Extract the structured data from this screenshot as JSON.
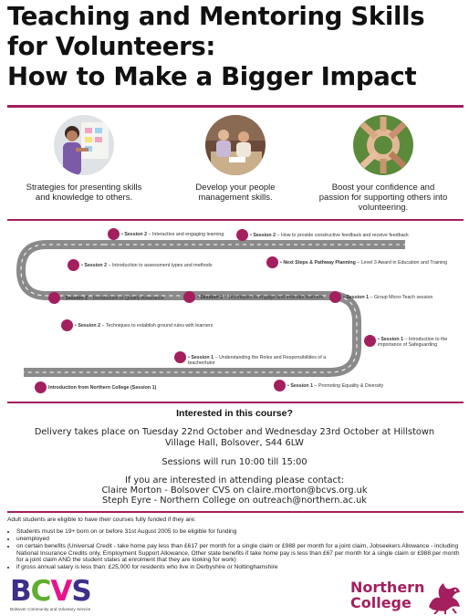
{
  "header": {
    "title_lines": [
      "Teaching and Mentoring Skills",
      "for Volunteers:",
      "How to Make a Bigger Impact"
    ]
  },
  "features": [
    {
      "icon": "people-at-whiteboard-photo",
      "text": "Strategies for presenting skills and knowledge to others."
    },
    {
      "icon": "meeting-photo",
      "text": "Develop your people management skills."
    },
    {
      "icon": "joined-hands-photo",
      "text": "Boost your confidence and passion for supporting others into volunteering."
    }
  ],
  "roadmap": [
    {
      "title": "Session 2",
      "text": "Interactive and engaging learning"
    },
    {
      "title": "Session 2",
      "text": "How to provide constructive feedback and receive feedback"
    },
    {
      "title": "Session 2",
      "text": "Introduction to assessment types and methods"
    },
    {
      "title": "Next Steps & Pathway Planning",
      "text": "Level 3 Award in Education and Training"
    },
    {
      "title": "Session 2",
      "text": "Introduction to Quality Assurance"
    },
    {
      "title": "Session 2",
      "text": "Techniques to engage and motivate learners"
    },
    {
      "title": "Session 1",
      "text": "Group Micro-Teach session"
    },
    {
      "title": "Session 2",
      "text": "Techniques to establish ground rules with learners"
    },
    {
      "title": "Session 1",
      "text": "Introduction to the importance of Safeguarding"
    },
    {
      "title": "Session 1",
      "text": "Understanding the Roles and Responsibilities of a teacher/tutor"
    },
    {
      "title": "",
      "text": "Introduction from Northern College (Session 1)"
    },
    {
      "title": "Session 1",
      "text": "Promoting Equality & Diversity"
    }
  ],
  "interest": {
    "heading": "Interested in this course?",
    "delivery": "Delivery takes place on Tuesday 22nd October and Wednesday 23rd October at Hillstown Village Hall, Bolsover, S44 6LW",
    "sessions": "Sessions will run 10:00 till 15:00",
    "contact_intro": "If you are interested in attending please contact:",
    "contact_1": "Claire Morton - Bolsover CVS on claire.morton@bcvs.org.uk",
    "contact_2": "Steph Eyre - Northern College on outreach@northern.ac.uk"
  },
  "funding": {
    "intro": "Adult students are eligible to have their courses fully funded if they are:",
    "items": [
      "Students must be 19+ born on or before 31st August 2005 to be eligible for funding",
      "unemployed",
      "on certain benefits (Universal Credit - take home pay less than £617 per month for a single claim or £988 per month for a joint claim, Jobseekers Allowance - including National Insurance Credits only, Employment Support Allowance, Other state benefits if take home pay is less than £67 per month for a single claim or £988 per month for a joint claim AND the student states at enrolment that they are looking for work)",
      "if gross annual salary is less than: £25,000 for residents who live in Derbyshire or Nottinghamshire"
    ]
  },
  "logos": {
    "bcvs_letters": [
      "B",
      "C",
      "V",
      "S"
    ],
    "bcvs_subtitle": "Bolsover Community and Voluntary Service",
    "northern_college_line1": "Northern",
    "northern_college_line2": "College"
  },
  "colors": {
    "accent": "#a31f5e",
    "road": "#8a8a8a",
    "bcvs_b": "#3d2f8a",
    "bcvs_c": "#5fae2e",
    "bcvs_v": "#e6148b",
    "bcvs_s": "#3d2f8a"
  }
}
